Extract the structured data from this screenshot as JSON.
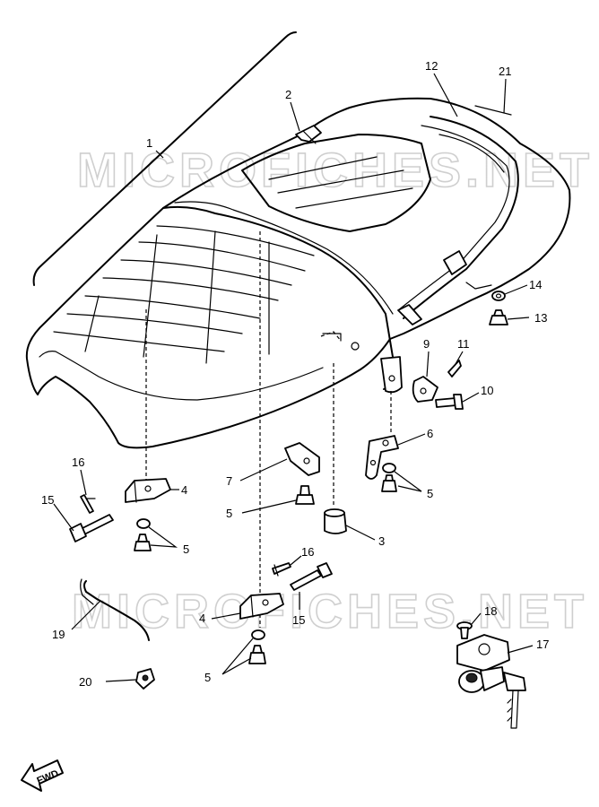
{
  "watermark": "MICROFICHES.NET",
  "direction_label": "FWD",
  "callouts": {
    "c1": "1",
    "c2": "2",
    "c3": "3",
    "c4a": "4",
    "c4b": "4",
    "c5a": "5",
    "c5b": "5",
    "c5c": "5",
    "c5d": "5",
    "c6": "6",
    "c7": "7",
    "c9": "9",
    "c10": "10",
    "c11": "11",
    "c12": "12",
    "c13": "13",
    "c14": "14",
    "c15a": "15",
    "c15b": "15",
    "c16a": "16",
    "c16b": "16",
    "c17": "17",
    "c18": "18",
    "c19": "19",
    "c20": "20",
    "c21": "21"
  }
}
